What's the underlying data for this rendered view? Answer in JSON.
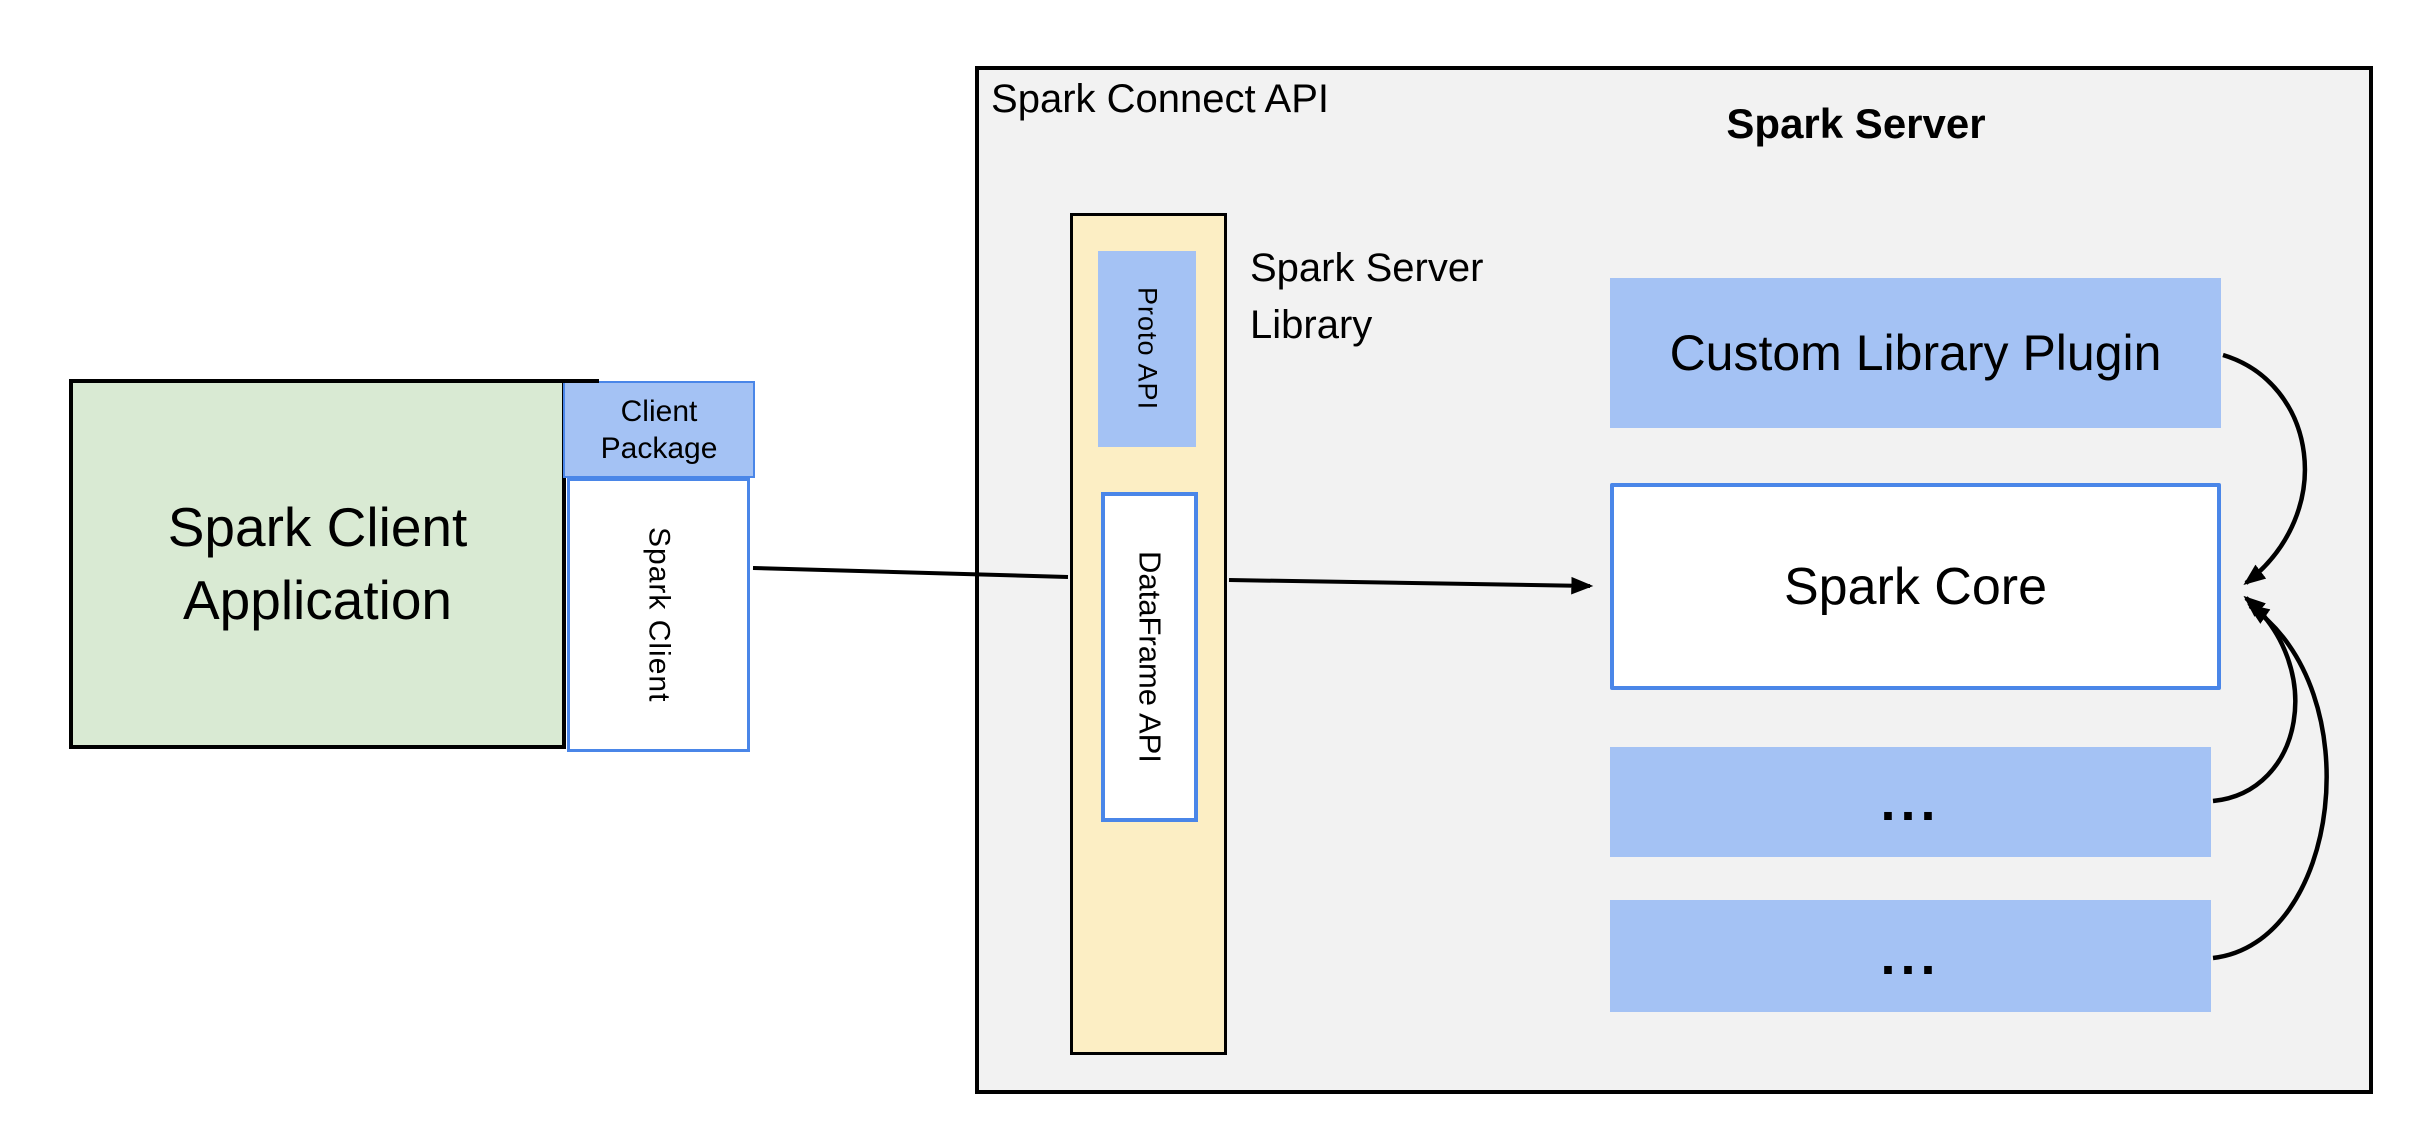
{
  "titles": {
    "spark_connect_api": "Spark Connect API",
    "spark_server": "Spark Server"
  },
  "labels": {
    "spark_server_library": "Spark Server Library"
  },
  "boxes": {
    "client_app": "Spark Client Application",
    "client_package": "Client Package",
    "spark_client": "Spark Client",
    "proto_api": "Proto API",
    "dataframe_api": "DataFrame API",
    "custom_library_plugin": "Custom Library Plugin",
    "spark_core": "Spark Core",
    "ellipsis_top": "...",
    "ellipsis_bottom": "..."
  },
  "colors": {
    "box_blue": "#a4c2f4",
    "box_blue_border": "#4a86e8",
    "box_green": "#d9ead3",
    "box_yellow": "#fceec4",
    "panel_gray": "#f2f2f2",
    "outline": "#000000"
  }
}
